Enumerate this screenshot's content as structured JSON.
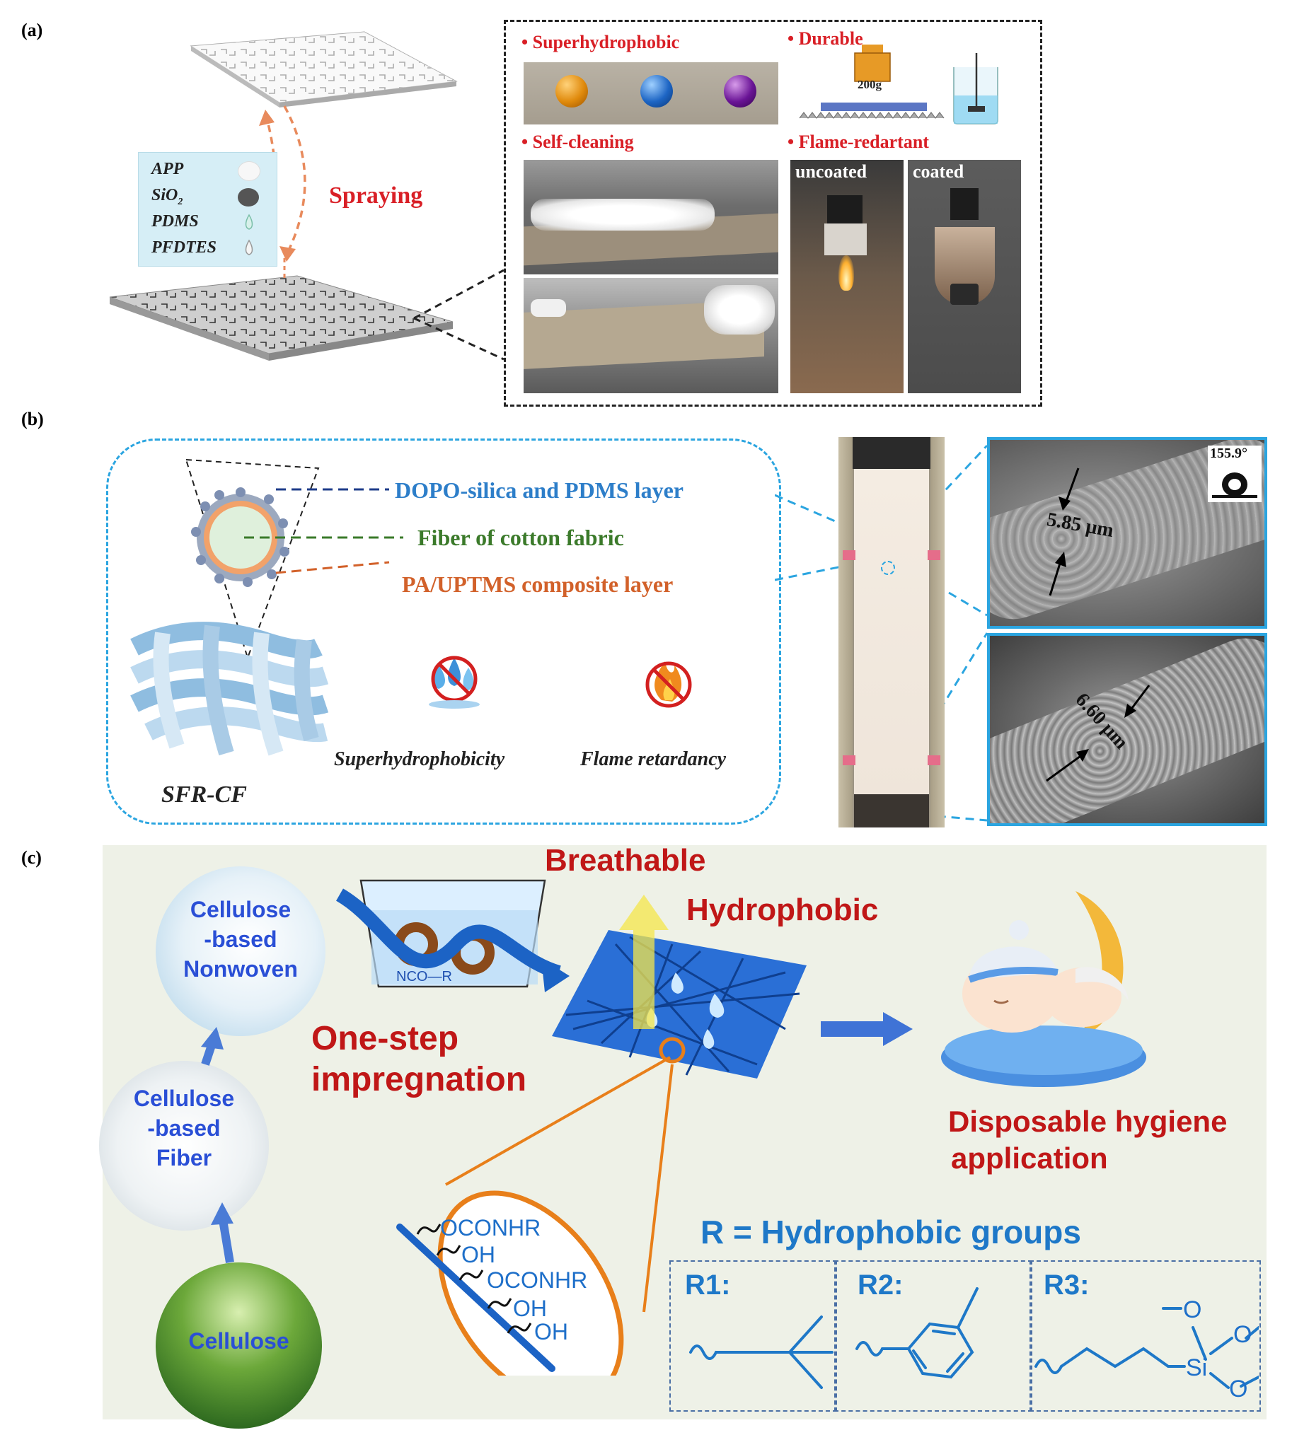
{
  "panels": {
    "a": {
      "label": "(a)",
      "components": [
        "APP",
        "SiO",
        "PDMS",
        "PFDTES"
      ],
      "sio2_subscript": "2",
      "process": "Spraying",
      "properties": {
        "superhydrophobic": "Superhydrophobic",
        "durable": "Durable",
        "weight": "200g",
        "self_cleaning": "Self-cleaning",
        "flame": "Flame-redartant",
        "uncoated": "uncoated",
        "coated": "coated"
      }
    },
    "b": {
      "label": "(b)",
      "layers": {
        "outer": "DOPO-silica and PDMS layer",
        "fiber": "Fiber of cotton fabric",
        "inner": "PA/UPTMS composite layer"
      },
      "features": [
        "Superhydrophobicity",
        "Flame retardancy"
      ],
      "sample": "SFR-CF",
      "contact_angle": "155.9°",
      "thickness_top": "5.85 μm",
      "thickness_bottom": "6.60 μm"
    },
    "c": {
      "label": "(c)",
      "nonwoven": [
        "Cellulose",
        "-based",
        "Nonwoven"
      ],
      "fiber": [
        "Cellulose",
        "-based",
        "Fiber"
      ],
      "source": "Cellulose",
      "reagent": "NCO—R",
      "process": [
        "One-step",
        "impregnation"
      ],
      "breathable": "Breathable",
      "hydrophobic": "Hydrophobic",
      "application": [
        "Disposable hygiene",
        "application"
      ],
      "r_definition": "R = Hydrophobic groups",
      "groups": [
        "R1:",
        "R2:",
        "R3:"
      ],
      "si_labels": {
        "si": "Si",
        "o1": "O",
        "o2": "O",
        "o3": "O"
      },
      "surface_groups": [
        "OCONHR",
        "OH",
        "OCONHR",
        "OH",
        "OH"
      ]
    }
  }
}
